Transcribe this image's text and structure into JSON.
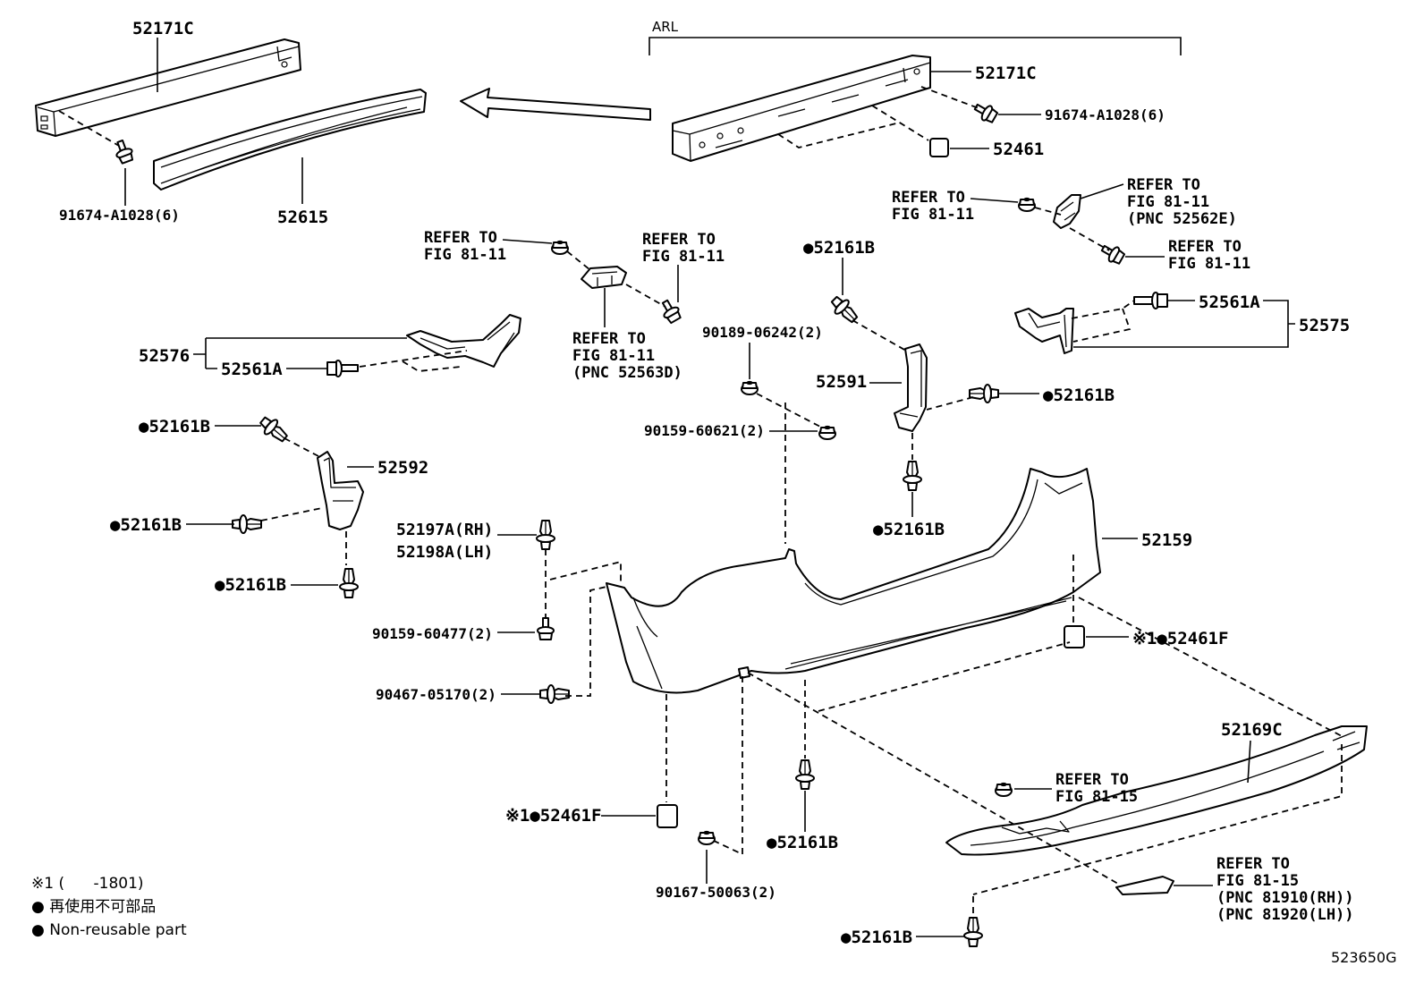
{
  "figure": {
    "code": "523650G",
    "arl": "ARL"
  },
  "labels": {
    "reinforcement_upper_left": "52171C",
    "bolt_upper_left": "91674-A1028(6)",
    "energy_absorber": "52615",
    "reinforcement_upper_right": "52171C",
    "bolt_upper_right": "91674-A1028(6)",
    "cap_upper": "52461",
    "refer_clip_upper_right": [
      "REFER TO",
      "FIG 81-11"
    ],
    "refer_bracket_upper_right": [
      "REFER TO",
      "FIG 81-11",
      "(PNC 52562E)"
    ],
    "refer_bolt_upper_right": [
      "REFER TO",
      "FIG 81-11"
    ],
    "bolt_right_bracket": "52561A",
    "bracket_right_assy": "52575",
    "refer_clip_upper_mid": [
      "REFER TO",
      "FIG 81-11"
    ],
    "refer_bolt_upper_mid": [
      "REFER TO",
      "FIG 81-11"
    ],
    "refer_bracket_upper_mid": [
      "REFER TO",
      "FIG 81-11",
      "(PNC 52563D)"
    ],
    "clip_upper_center": "●52161B",
    "bracket_left_assy": "52576",
    "bolt_left_bracket": "52561A",
    "clip_90189": "90189-06242(2)",
    "side_retainer_right": "52591",
    "clip_right_retainer_side": "●52161B",
    "nut_90159_60621": "90159-60621(2)",
    "clip_left_retainer_top": "●52161B",
    "side_retainer_left": "52592",
    "clip_left_retainer_side": "●52161B",
    "clip_right_retainer_bottom": "●52161B",
    "clip_left_retainer_bottom": "●52161B",
    "retainer_rh": "52197A(RH)",
    "retainer_lh": "52198A(LH)",
    "bumper_cover": "52159",
    "screw_90159_60477": "90159-60477(2)",
    "cap_right": "※1●52461F",
    "clip_90467": "90467-05170(2)",
    "lower_spoiler": "52169C",
    "refer_clip_spoiler": [
      "REFER TO",
      "FIG 81-15"
    ],
    "cap_left": "※1●52461F",
    "clip_bumper_lower": "●52161B",
    "refer_reflector": [
      "REFER TO",
      "FIG 81-15",
      "(PNC 81910(RH))",
      "(PNC 81920(LH))"
    ],
    "nut_90167": "90167-50063(2)",
    "clip_spoiler_lower": "●52161B"
  },
  "legend": {
    "note_1": "※1 (      -1801)",
    "non_reusable_ja": "● 再使用不可部品",
    "non_reusable_en": "● Non-reusable part"
  }
}
